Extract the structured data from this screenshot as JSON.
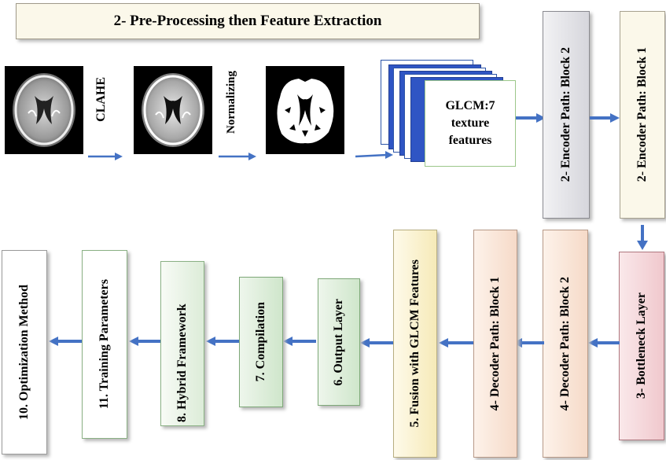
{
  "title": "2- Pre-Processing then Feature Extraction",
  "steps": {
    "clahe": "CLAHE",
    "normalizing": "Normalizing",
    "glcm": [
      "GLCM:7",
      "texture",
      "features"
    ]
  },
  "blocks": {
    "encoder2": "2- Encoder Path: Block 2",
    "encoder1": "2- Encoder Path: Block 1",
    "bottleneck": "3- Bottleneck Layer",
    "decoder2": "4- Decoder Path: Block 2",
    "decoder1": "4- Decoder Path: Block 1",
    "fusion": "5. Fusion with GLCM Features",
    "output": "6. Output Layer",
    "compilation": "7. Compilation",
    "hybrid": "8. Hybrid Framework",
    "training": "11. Training Parameters",
    "optimization": "10. Optimization Method"
  },
  "colors": {
    "arrow": "#4472c4",
    "stack_blue": "#2f55c4",
    "encoder2_fill": "#e6e6ea",
    "encoder1_fill": "#fbf8ea",
    "bottleneck_fill": "#f4d4d8",
    "decoder_fill": "#fbe6d8",
    "fusion_fill": "#fdf6cf",
    "green_fill": "#d8ecd6",
    "white_fill": "#ffffff"
  },
  "icons": [
    "brain-mri-icon",
    "brain-mri-clahe-icon",
    "brain-mask-icon",
    "arrow-right-icon",
    "arrow-left-icon",
    "arrow-down-icon"
  ]
}
